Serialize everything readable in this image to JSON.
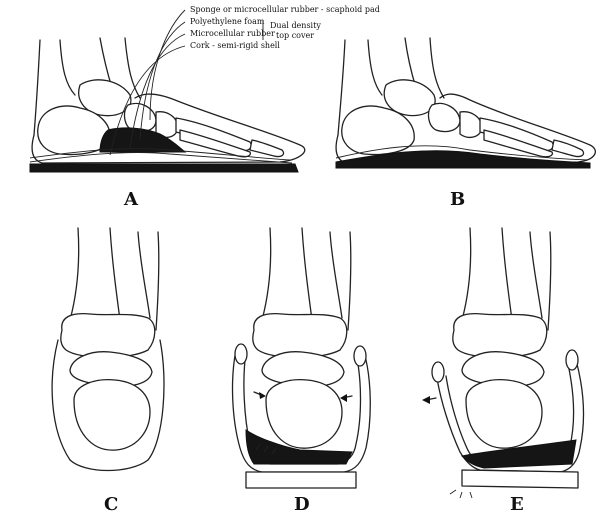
{
  "callouts": {
    "line1": "Sponge or microcellular rubber - scaphoid pad",
    "line2": "Polyethylene foam",
    "line3": "Microcellular rubber",
    "line4": "Cork - semi-rigid shell",
    "group_label_1": "Dual density",
    "group_label_2": "top cover"
  },
  "panels": {
    "a": "A",
    "b": "B",
    "c": "C",
    "d": "D",
    "e": "E"
  }
}
